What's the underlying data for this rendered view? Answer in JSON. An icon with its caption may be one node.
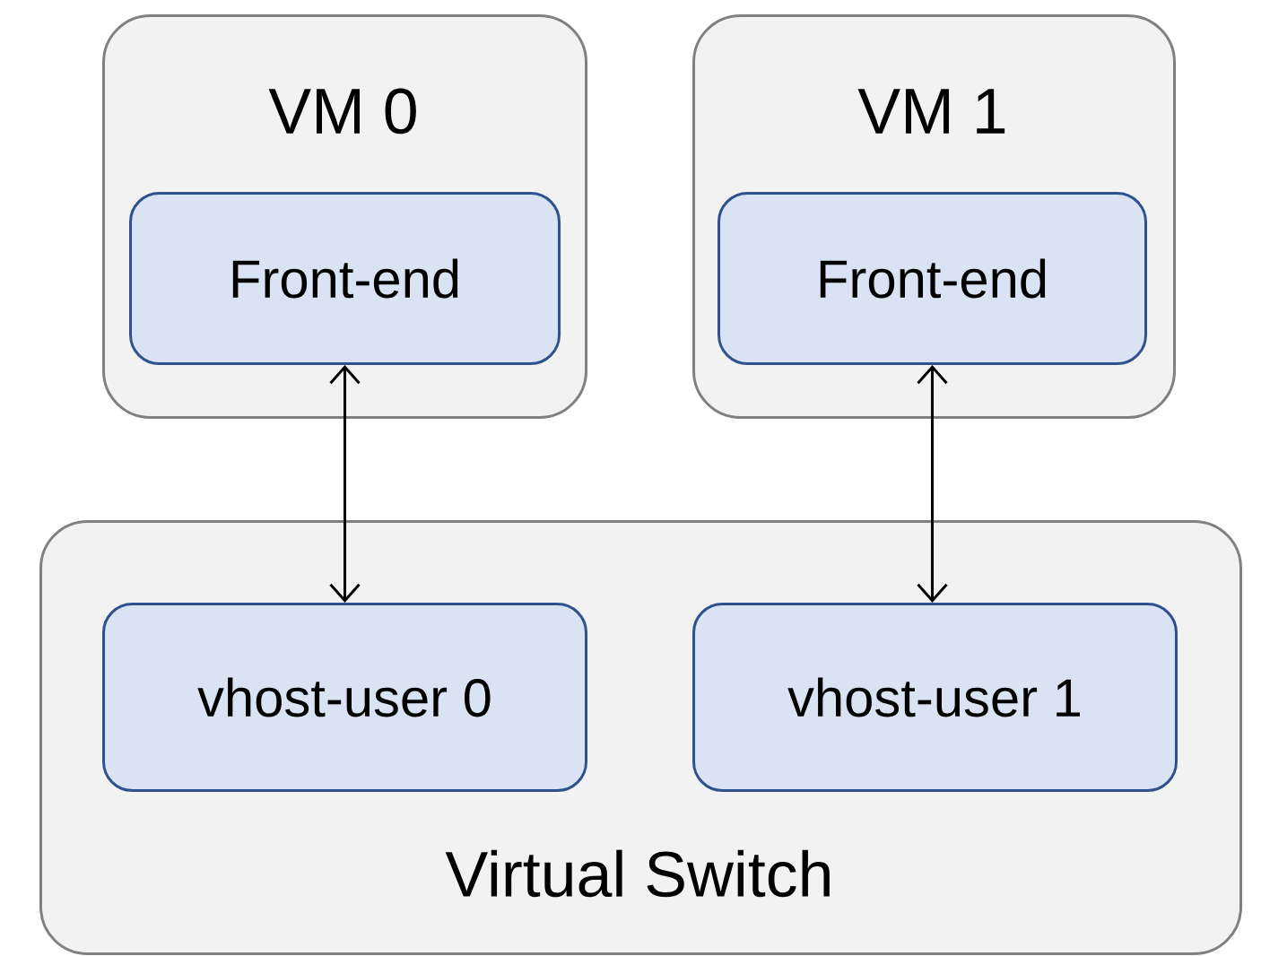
{
  "diagram": {
    "nodes": [
      {
        "text": [
          "VM 0"
        ]
      },
      {
        "text": [
          "Front-end"
        ],
        "in": 0
      },
      {
        "text": [
          "VM 1"
        ]
      },
      {
        "text": [
          "Front-end"
        ],
        "in": 2
      },
      {
        "text": [
          "Virtual Switch"
        ]
      },
      {
        "text": [
          "vhost-user 0"
        ],
        "in": 4
      },
      {
        "text": [
          "vhost-user 1"
        ],
        "in": 4
      }
    ],
    "edges": [
      {
        "from": 1,
        "to": 5,
        "arrow": "both"
      },
      {
        "from": 3,
        "to": 6,
        "arrow": "both"
      }
    ]
  }
}
